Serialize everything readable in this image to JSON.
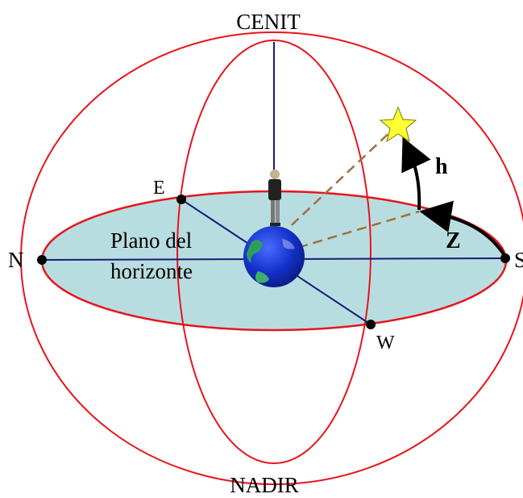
{
  "labels": {
    "zenith": "CENIT",
    "nadir": "NADIR",
    "north": "N",
    "south": "S",
    "east": "E",
    "west": "W",
    "horizon_line1": "Plano del",
    "horizon_line2": "horizonte",
    "altitude": "h",
    "azimuth": "Z"
  },
  "colors": {
    "circles": "#e8141c",
    "horizon_plane": "#b8dde0",
    "axes": "#1a1a7a",
    "sight_line": "#a0703a",
    "star": "#ffff33",
    "arrows": "#000000"
  },
  "icons": [
    "star-icon",
    "earth-globe-icon",
    "observer-person-icon"
  ]
}
